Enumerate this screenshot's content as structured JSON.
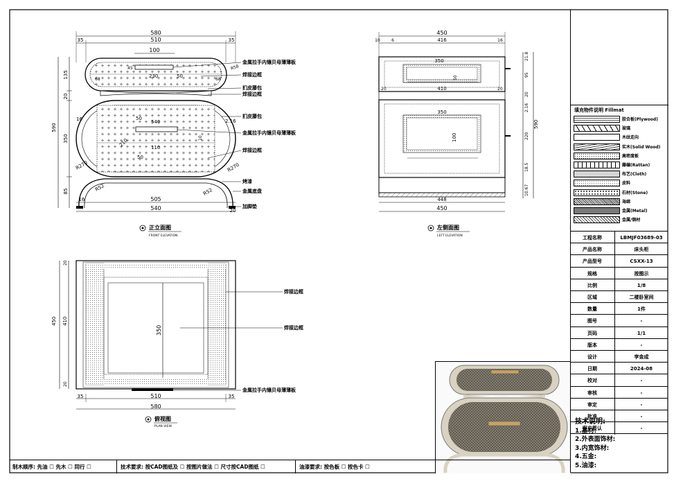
{
  "front": {
    "dims": {
      "overall_w": "580",
      "inner_w": "510",
      "side_l": "35",
      "side_r": "35",
      "handle_w": "100",
      "h_total": "590",
      "h_top": "135",
      "h_gap": "20",
      "h_mid": "350",
      "h_leg": "85",
      "side_16": "16",
      "side_216": "2.16",
      "bottom_inner": "505",
      "bottom_w": "540",
      "foot_l": "16",
      "foot_r": "20",
      "r230": "230",
      "r50a": "50",
      "r50b": "50",
      "r50c": "50",
      "r45": "45",
      "r68a": "68",
      "r68b": "68",
      "r10": "10",
      "r110": "110",
      "r210": "210",
      "r540": "540",
      "r270a": "R270",
      "r270b": "R270",
      "r52a": "R52",
      "r52b": "R52",
      "r58": "R58"
    },
    "callouts": [
      "金属拉手内镶贝母薄薄板",
      "焊接边框",
      "扪皮藤包",
      "焊接边框",
      "扪皮藤包",
      "金属拉手内镶贝母薄薄板",
      "焊接边框",
      "烤漆",
      "金属底盘",
      "加脚垫"
    ],
    "title": "正立面图",
    "subtitle": "FRONT ELEVATION"
  },
  "left": {
    "dims": {
      "overall_w": "450",
      "d10": "10",
      "d6": "6",
      "d416": "416",
      "d16": "16",
      "h_a": "21.8",
      "h_b": "95",
      "h_c": "20",
      "h_total": "590",
      "h_d": "220",
      "h_e": "2.16",
      "h_f": "18.5",
      "h_g": "10.67",
      "d350a": "350",
      "d50": "50",
      "d20a": "20",
      "d410": "410",
      "d20b": "20",
      "d350b": "350",
      "d100": "100",
      "bottom_inner": "448",
      "bottom_w": "450"
    },
    "title": "左侧面图",
    "subtitle": "LEFT ELEVATION"
  },
  "plan": {
    "dims": {
      "d20a": "20",
      "d450": "450",
      "d410": "410",
      "d20b": "20",
      "d350": "350",
      "side_l": "35",
      "inner_w": "510",
      "side_r": "35",
      "overall_w": "580"
    },
    "callouts": [
      "焊接边框",
      "焊接边框",
      "金属拉手内镶贝母薄薄板"
    ],
    "title": "俯视图",
    "subtitle": "PLAN VIEW"
  },
  "legend": {
    "title": "填充物件说明  Fillmat",
    "items": [
      {
        "label": "胶合板(Plywood)",
        "pattern": "ply"
      },
      {
        "label": "玻璃",
        "pattern": "glass"
      },
      {
        "label": "木纹走向",
        "pattern": "grain"
      },
      {
        "label": "实木(Solid Wood)",
        "pattern": "solid"
      },
      {
        "label": "高密度板",
        "pattern": "mdf"
      },
      {
        "label": "藤编(Rattan)",
        "pattern": "rattan"
      },
      {
        "label": "布艺(Cloth)",
        "pattern": "cloth"
      },
      {
        "label": "皮料",
        "pattern": "leather"
      },
      {
        "label": "石材(Stone)",
        "pattern": "stone"
      },
      {
        "label": "海绵",
        "pattern": "sponge"
      },
      {
        "label": "金属(Metal)",
        "pattern": "metal"
      },
      {
        "label": "金属/钢材",
        "pattern": "steel"
      }
    ]
  },
  "title_block": [
    {
      "k": "工程名称",
      "v": "LBMJF03689-03"
    },
    {
      "k": "产品名称",
      "v": "床头柜"
    },
    {
      "k": "产品型号",
      "v": "CSXX-13"
    },
    {
      "k": "规格",
      "v": "按图示"
    },
    {
      "k": "比例",
      "v": "1/8"
    },
    {
      "k": "区域",
      "v": "二楼卧室间"
    },
    {
      "k": "数量",
      "v": "1件"
    },
    {
      "k": "图号",
      "v": "-"
    },
    {
      "k": "页码",
      "v": "1/1"
    },
    {
      "k": "版本",
      "v": "-"
    },
    {
      "k": "设计",
      "v": "李金成"
    },
    {
      "k": "日期",
      "v": "2024-08"
    },
    {
      "k": "校对",
      "v": "-"
    },
    {
      "k": "审核",
      "v": "-"
    },
    {
      "k": "审定",
      "v": "-"
    },
    {
      "k": "批准",
      "v": "-"
    },
    {
      "k": "客户签认",
      "v": "-"
    }
  ],
  "notes": {
    "title": "技术说明:",
    "items": [
      "1.基材:",
      "2.外表面饰材:",
      "3.内宽饰材:",
      "4.五金:",
      "5.油漆:"
    ]
  },
  "footer": {
    "order": "制木顺序: 先油 ☐  先木 ☐  同行 ☐",
    "tech": "技术要求: 按CAD图纸及 ☐   按图片做法 ☐   尺寸按CAD图纸 ☐",
    "paint": "油漆要求: 按色板 ☐  按色卡 ☐"
  }
}
